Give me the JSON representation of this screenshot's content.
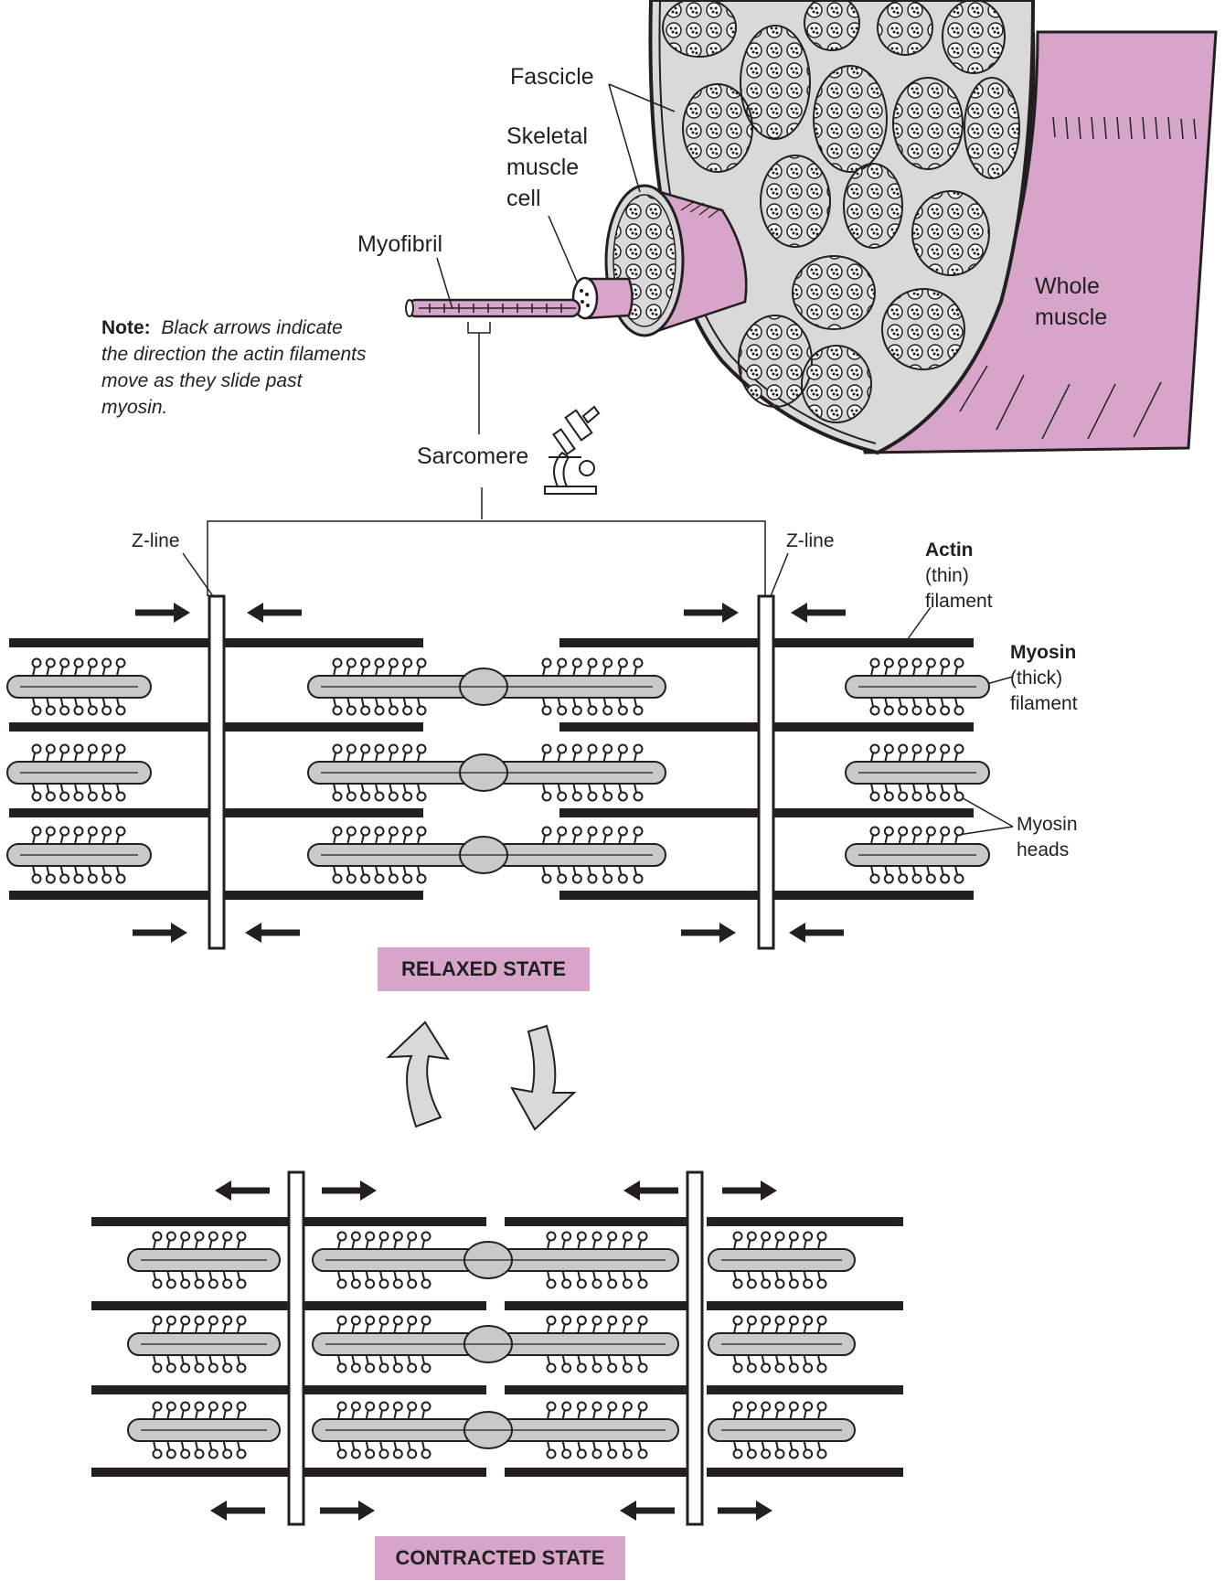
{
  "labels": {
    "fascicle": "Fascicle",
    "skeletal_muscle_cell": [
      "Skeletal",
      "muscle",
      "cell"
    ],
    "myofibril": "Myofibril",
    "whole_muscle": [
      "Whole",
      "muscle"
    ],
    "sarcomere": "Sarcomere",
    "z_line_left": "Z-line",
    "z_line_right": "Z-line",
    "actin": [
      "Actin",
      "(thin)",
      "filament"
    ],
    "myosin": [
      "Myosin",
      "(thick)",
      "filament"
    ],
    "myosin_heads": [
      "Myosin",
      "heads"
    ]
  },
  "note": {
    "title": "Note:",
    "text": "Black arrows indicate the direction the actin filaments move as they slide past myosin."
  },
  "states": {
    "relaxed": "RELAXED STATE",
    "contracted": "CONTRACTED STATE"
  },
  "colors": {
    "muscle_pink": "#d6a5c9",
    "tissue_gray": "#d9d9d9",
    "line": "#231f20",
    "filament_gray": "#c9c9c9"
  }
}
